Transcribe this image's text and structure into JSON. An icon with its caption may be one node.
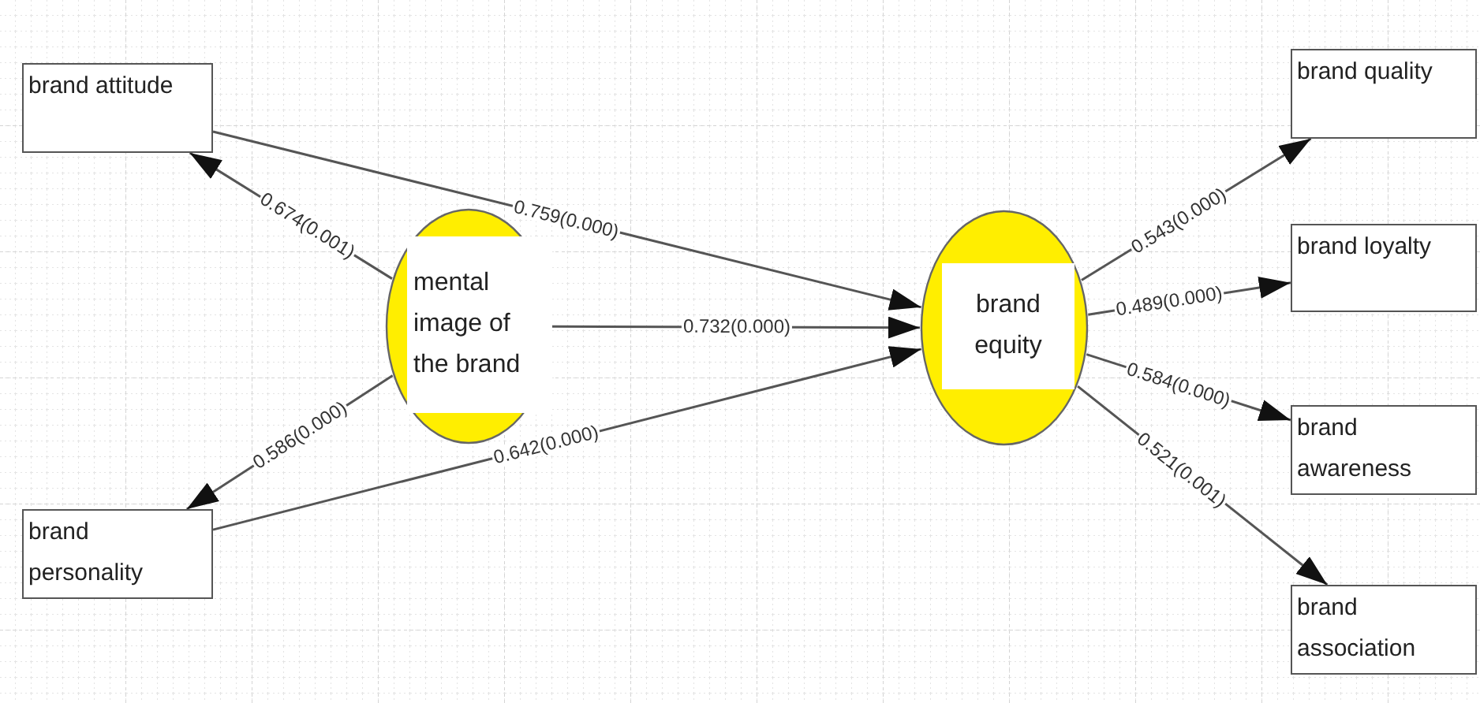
{
  "diagram": {
    "nodes": [
      {
        "text": [
          "brand attitude"
        ]
      },
      {
        "text": [
          "brand personality"
        ]
      },
      {
        "text": [
          "mental image of the brand"
        ]
      },
      {
        "text": [
          "brand equity"
        ]
      },
      {
        "text": [
          "brand quality"
        ]
      },
      {
        "text": [
          "brand loyalty"
        ]
      },
      {
        "text": [
          "brand awareness"
        ]
      },
      {
        "text": [
          "brand association"
        ]
      }
    ],
    "edges": [
      {
        "from": 2,
        "to": 0,
        "arrow": "to",
        "label": "0.674(0.001)"
      },
      {
        "from": 2,
        "to": 1,
        "arrow": "to",
        "label": "0.586(0.000)"
      },
      {
        "from": 0,
        "to": 3,
        "arrow": "to",
        "label": "0.759(0.000)"
      },
      {
        "from": 2,
        "to": 3,
        "arrow": "to",
        "label": "0.732(0.000)"
      },
      {
        "from": 1,
        "to": 3,
        "arrow": "to",
        "label": "0.642(0.000)"
      },
      {
        "from": 3,
        "to": 4,
        "arrow": "to",
        "label": "0.543(0.000)"
      },
      {
        "from": 3,
        "to": 5,
        "arrow": "to",
        "label": "0.489(0.000)"
      },
      {
        "from": 3,
        "to": 6,
        "arrow": "to",
        "label": "0.584(0.000)"
      },
      {
        "from": 3,
        "to": 7,
        "arrow": "to",
        "label": "0.521(0.001)"
      }
    ]
  }
}
